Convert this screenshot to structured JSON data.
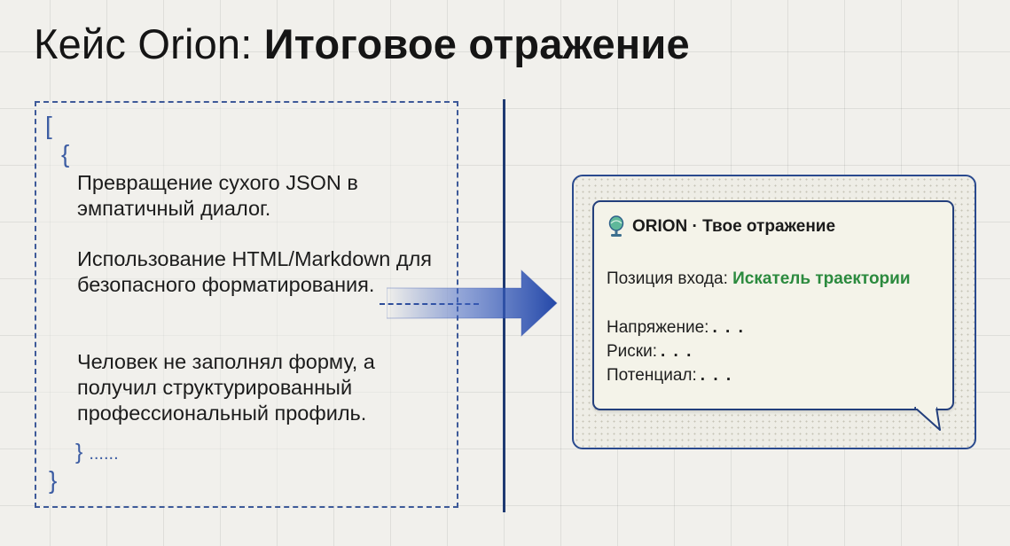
{
  "title": {
    "regular": "Кейс Orion:",
    "bold": "Итоговое отражение"
  },
  "code_box": {
    "open_bracket": "[",
    "open_brace": "{",
    "paragraph_1": "Превращение сухого JSON в эмпатичный диалог.",
    "paragraph_2": "Использование HTML/Markdown для безопасного форматирования.",
    "paragraph_3": "Человек не заполнял форму, а получил структурированный профессиональный профиль.",
    "close_brace": "}",
    "close_ellipsis": "......",
    "close_bracket": "}"
  },
  "orion_card": {
    "header_icon": "microphone-icon",
    "header": "ORION · Твое отражение",
    "position_label": "Позиция входа:",
    "position_value": "Искатель траектории",
    "tension_label": "Напряжение:",
    "risks_label": "Риски:",
    "potential_label": "Потенциал:",
    "placeholder": ". . ."
  },
  "colors": {
    "accent_green": "#2b8a3e",
    "navy": "#233f7c",
    "arrow_blue": "#2e52b3"
  }
}
